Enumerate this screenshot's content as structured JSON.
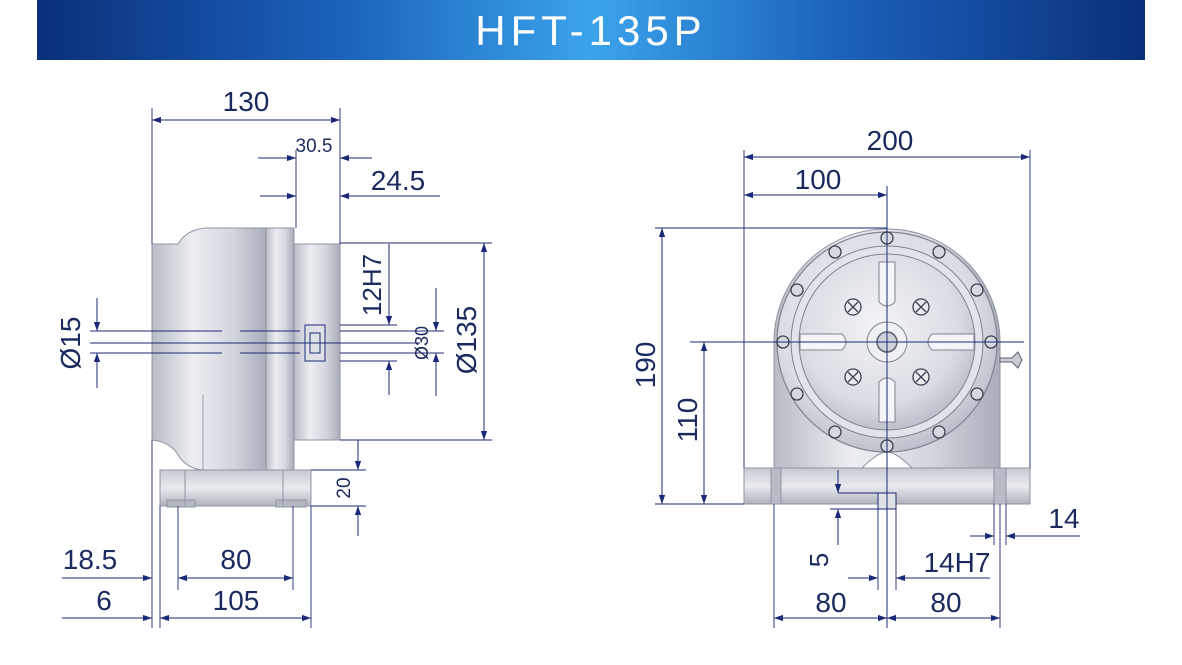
{
  "header": {
    "title": "HFT-135P"
  },
  "colors": {
    "banner_dark": "#0a2f7a",
    "banner_light": "#3aa3ea",
    "dimension_text": "#1a2a5e",
    "dimension_line": "#1b2a78",
    "body_fill": "#d7d9e0"
  },
  "side_view": {
    "dim_overall_length": "130",
    "dim_faceplate_step": "30.5",
    "dim_faceplate_thickness": "24.5",
    "dim_key_width": "12H7",
    "dim_bore_diameter": "Ø15",
    "dim_center_diameter": "Ø30",
    "dim_faceplate_diameter": "Ø135",
    "dim_base_thickness": "20",
    "dim_slot_offset": "18.5",
    "dim_slot_spacing": "80",
    "dim_edge_offset": "6",
    "dim_base_length": "105"
  },
  "front_view": {
    "dim_overall_width": "200",
    "dim_half_width": "100",
    "dim_overall_height": "190",
    "dim_center_height": "110",
    "dim_slot_width": "14",
    "dim_key_depth": "5",
    "dim_key_width": "14H7",
    "dim_slot_left": "80",
    "dim_slot_right": "80"
  }
}
